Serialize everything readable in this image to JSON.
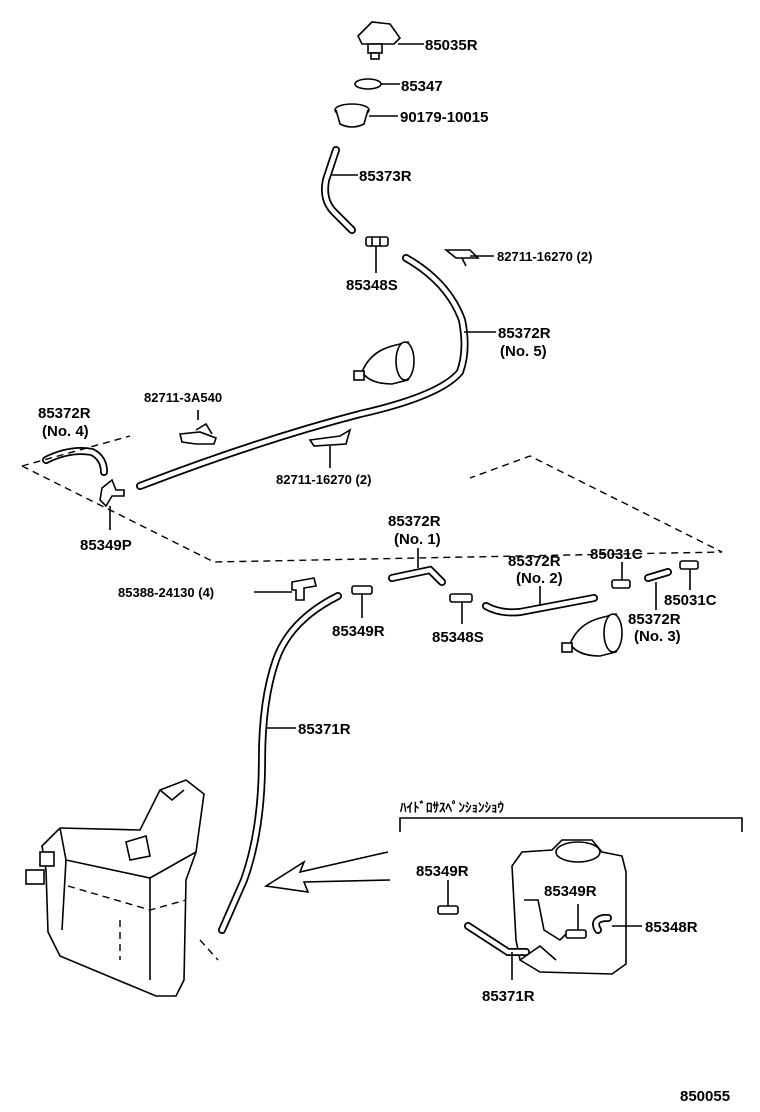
{
  "labels": {
    "nozzle": "85035R",
    "gasket": "85347",
    "grommet": "90179-10015",
    "hose_top": "85373R",
    "joint_top": "85348S",
    "clamp_right_top": "82711-16270 (2)",
    "hose_no5": "85372R",
    "hose_no5_sub": "(No. 5)",
    "clamp_mid": "82711-3A540",
    "hose_no4": "85372R",
    "hose_no4_sub": "(No. 4)",
    "clamp_center": "82711-16270 (2)",
    "tee_left": "85349P",
    "hose_no1": "85372R",
    "hose_no1_sub": "(No. 1)",
    "hose_no2": "85372R",
    "hose_no2_sub": "(No. 2)",
    "check_valve_top": "85031C",
    "check_valve_right": "85031C",
    "clip_left": "85388-24130 (4)",
    "joint_mid": "85349R",
    "joint_mid2": "85348S",
    "hose_no3": "85372R",
    "hose_no3_sub": "(No. 3)",
    "hose_long": "85371R",
    "inset_title": "ﾊｲﾄﾞﾛｻｽﾍﾟﾝｼｮﾝｼｮｳ",
    "inset_joint_left": "85349R",
    "inset_joint_mid": "85349R",
    "inset_elbow": "85348R",
    "inset_hose": "85371R",
    "figure_id": "850055"
  }
}
